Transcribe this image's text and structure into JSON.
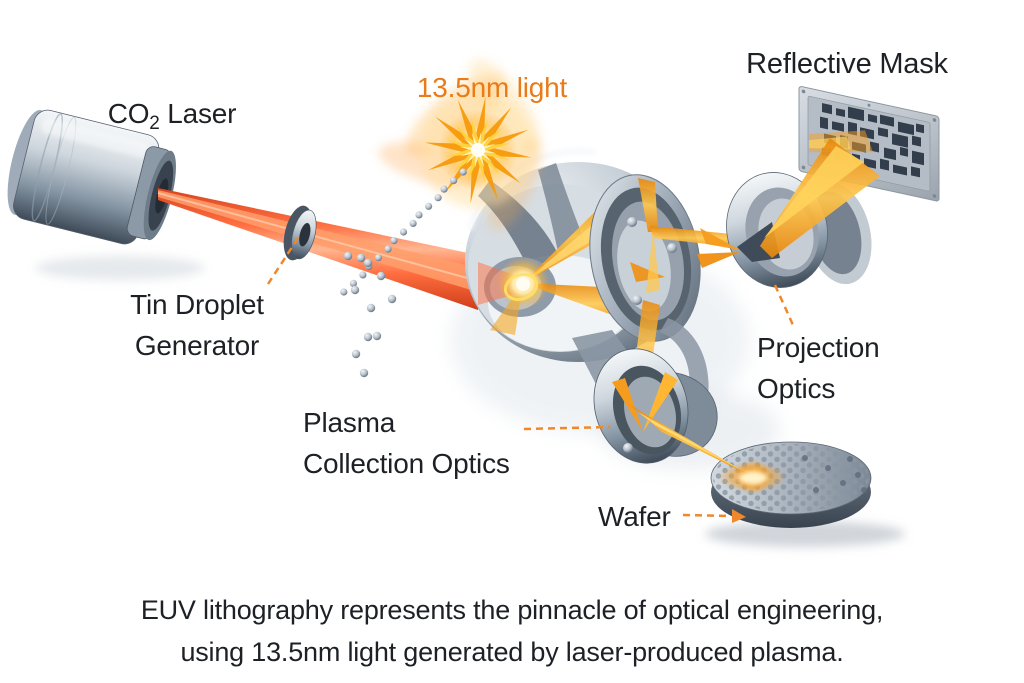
{
  "colors": {
    "accent_orange": "#EA7B17",
    "leader_orange": "#F0882B",
    "beam_red": "#F2542C",
    "beam_gold": "#F5A51F",
    "text_dark": "#1D2126"
  },
  "labels": {
    "co2_laser": {
      "prefix": "CO",
      "sub": "2",
      "suffix": " Laser"
    },
    "light_13_5nm": "13.5nm light",
    "tin_droplet_generator": {
      "line1": "Tin Droplet",
      "line2": "Generator"
    },
    "plasma_collection_optics": {
      "line1": "Plasma",
      "line2": "Collection Optics"
    },
    "projection_optics": {
      "line1": "Projection",
      "line2": "Optics"
    },
    "reflective_mask": "Reflective Mask",
    "wafer": "Wafer"
  },
  "caption": {
    "line1": "EUV lithography represents the pinnacle of optical engineering,",
    "line2": "using 13.5nm light generated by laser-produced plasma."
  }
}
